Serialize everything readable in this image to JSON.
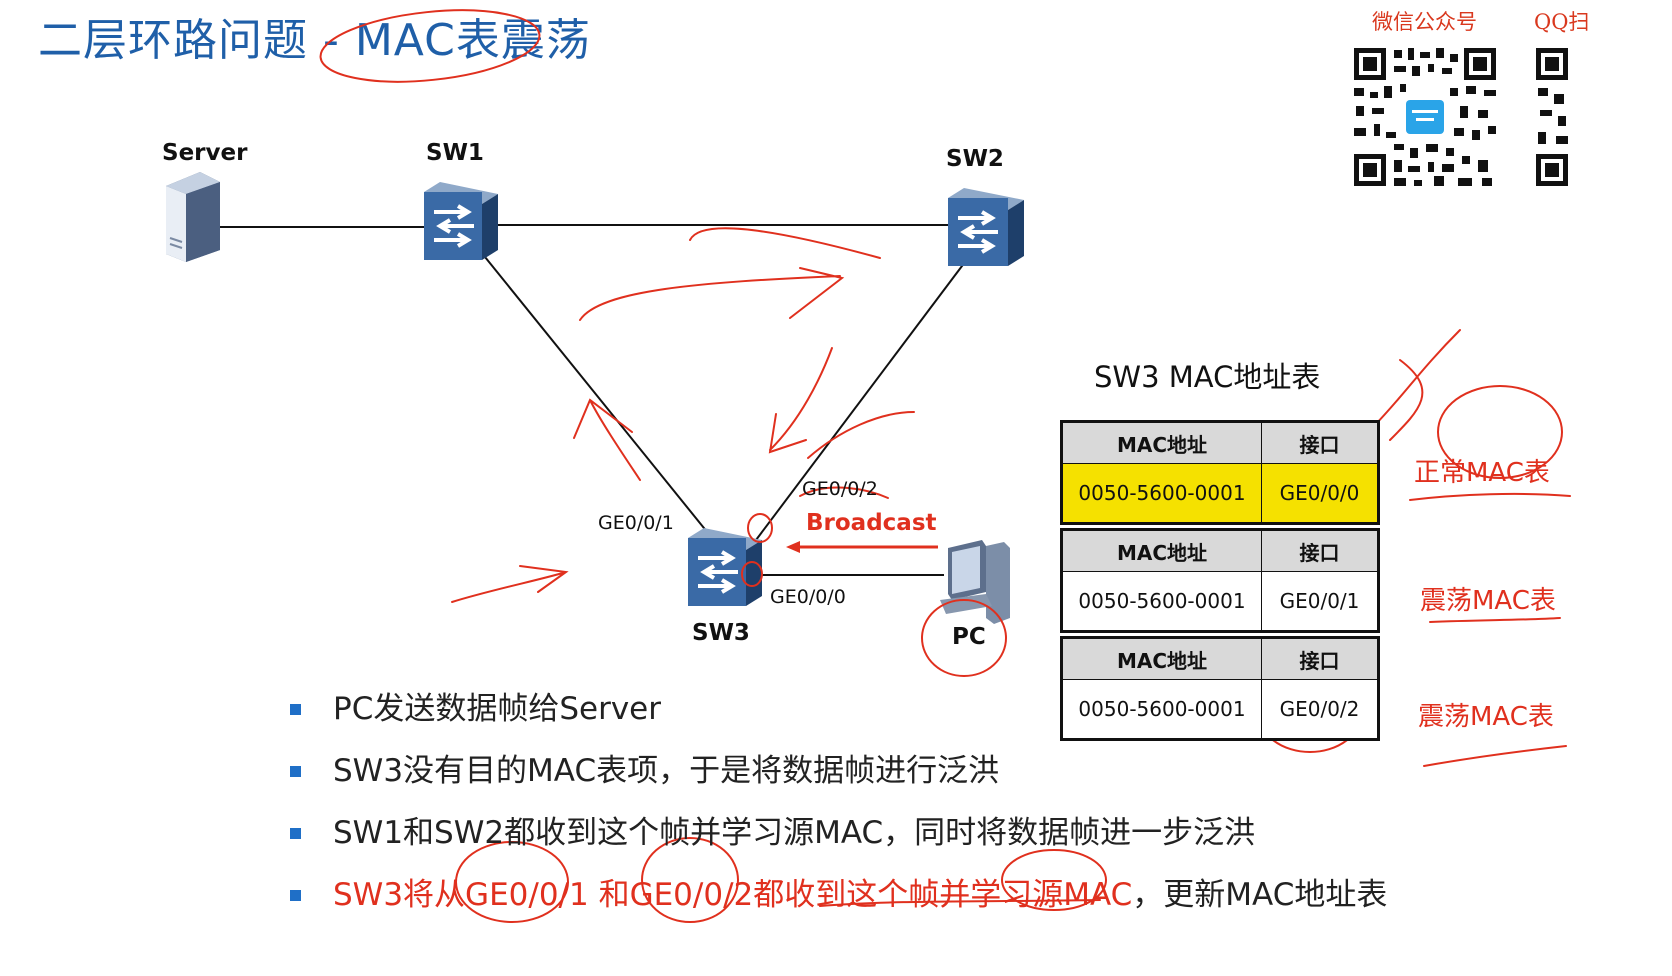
{
  "title": "二层环路问题 - MAC表震荡",
  "qr": {
    "wechat_label": "微信公众号",
    "qq_label": "QQ扫"
  },
  "devices": {
    "server": "Server",
    "sw1": "SW1",
    "sw2": "SW2",
    "sw3": "SW3",
    "pc": "PC"
  },
  "ports": {
    "ge001": "GE0/0/1",
    "ge002": "GE0/0/2",
    "ge000": "GE0/0/0"
  },
  "broadcast": "Broadcast",
  "mac_table": {
    "title": "SW3 MAC地址表",
    "col_mac": "MAC地址",
    "col_port": "接口",
    "entries": [
      {
        "mac": "0050-5600-0001",
        "port": "GE0/0/0",
        "label": "正常MAC表"
      },
      {
        "mac": "0050-5600-0001",
        "port": "GE0/0/1",
        "label": "震荡MAC表"
      },
      {
        "mac": "0050-5600-0001",
        "port": "GE0/0/2",
        "label": "震荡MAC表"
      }
    ]
  },
  "bullets": [
    "PC发送数据帧给Server",
    "SW3没有目的MAC表项，于是将数据帧进行泛洪",
    "SW1和SW2都收到这个帧并学习源MAC，同时将数据帧进一步泛洪"
  ],
  "bullet4": {
    "red": "SW3将从GE0/0/1 和GE0/0/2都收到这个帧并学习源MAC",
    "rest": "，更新MAC地址表"
  },
  "colors": {
    "title": "#1f5fa8",
    "accent_red": "#e0301e",
    "highlight_yellow": "#f5e100",
    "bullet_blue": "#1f6fc7"
  }
}
